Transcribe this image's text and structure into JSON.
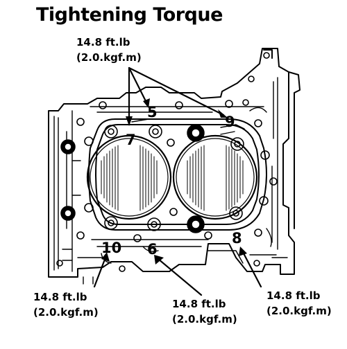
{
  "title": "Tightening Torque",
  "callouts": {
    "top": {
      "line1": "14.8 ft.lb",
      "line2": "(2.0.kgf.m)"
    },
    "bottom_left": {
      "line1": "14.8 ft.lb",
      "line2": "(2.0.kgf.m)"
    },
    "bottom_middle": {
      "line1": "14.8 ft.lb",
      "line2": "(2.0.kgf.m)"
    },
    "bottom_right": {
      "line1": "14.8 ft.lb",
      "line2": "(2.0.kgf.m)"
    }
  },
  "bolt_numbers": {
    "b5": "5",
    "b6": "6",
    "b7": "7",
    "b8": "8",
    "b9": "9",
    "b10": "10"
  }
}
